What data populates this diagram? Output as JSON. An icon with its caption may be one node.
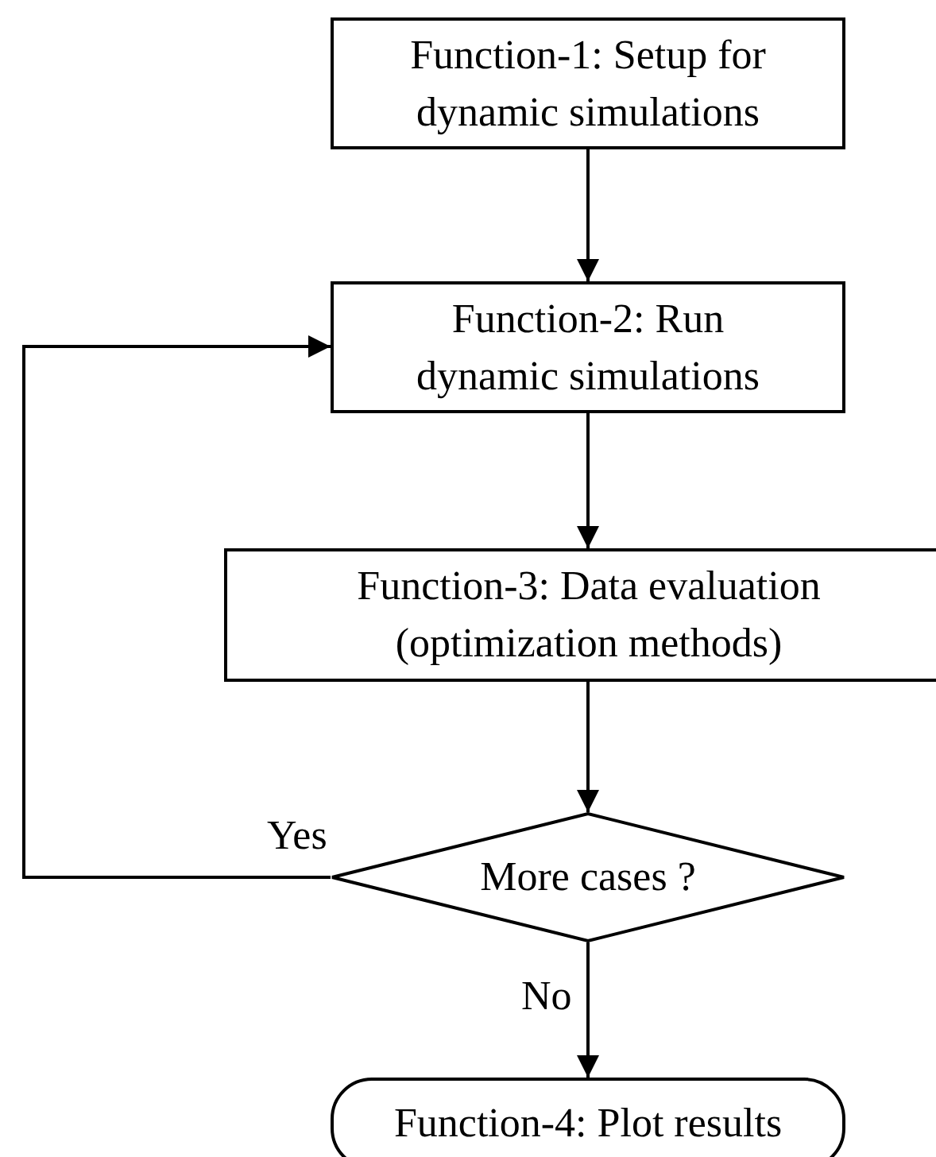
{
  "diagram": {
    "nodes": [
      {
        "text": [
          "Function-1: Setup for dynamic simulations"
        ]
      },
      {
        "text": [
          "Function-2: Run dynamic simulations"
        ]
      },
      {
        "text": [
          "Function-3: Data evaluation (optimization methods)"
        ]
      },
      {
        "text": [
          "More cases ?"
        ]
      },
      {
        "text": [
          "Function-4: Plot results"
        ]
      }
    ],
    "edges": [
      {
        "from": 0,
        "to": 1,
        "arrow": "to"
      },
      {
        "from": 1,
        "to": 2,
        "arrow": "to"
      },
      {
        "from": 2,
        "to": 3,
        "arrow": "to"
      },
      {
        "from": 3,
        "to": 1,
        "arrow": "to",
        "label": "Yes"
      },
      {
        "from": 3,
        "to": 4,
        "arrow": "to",
        "label": "No"
      }
    ]
  }
}
